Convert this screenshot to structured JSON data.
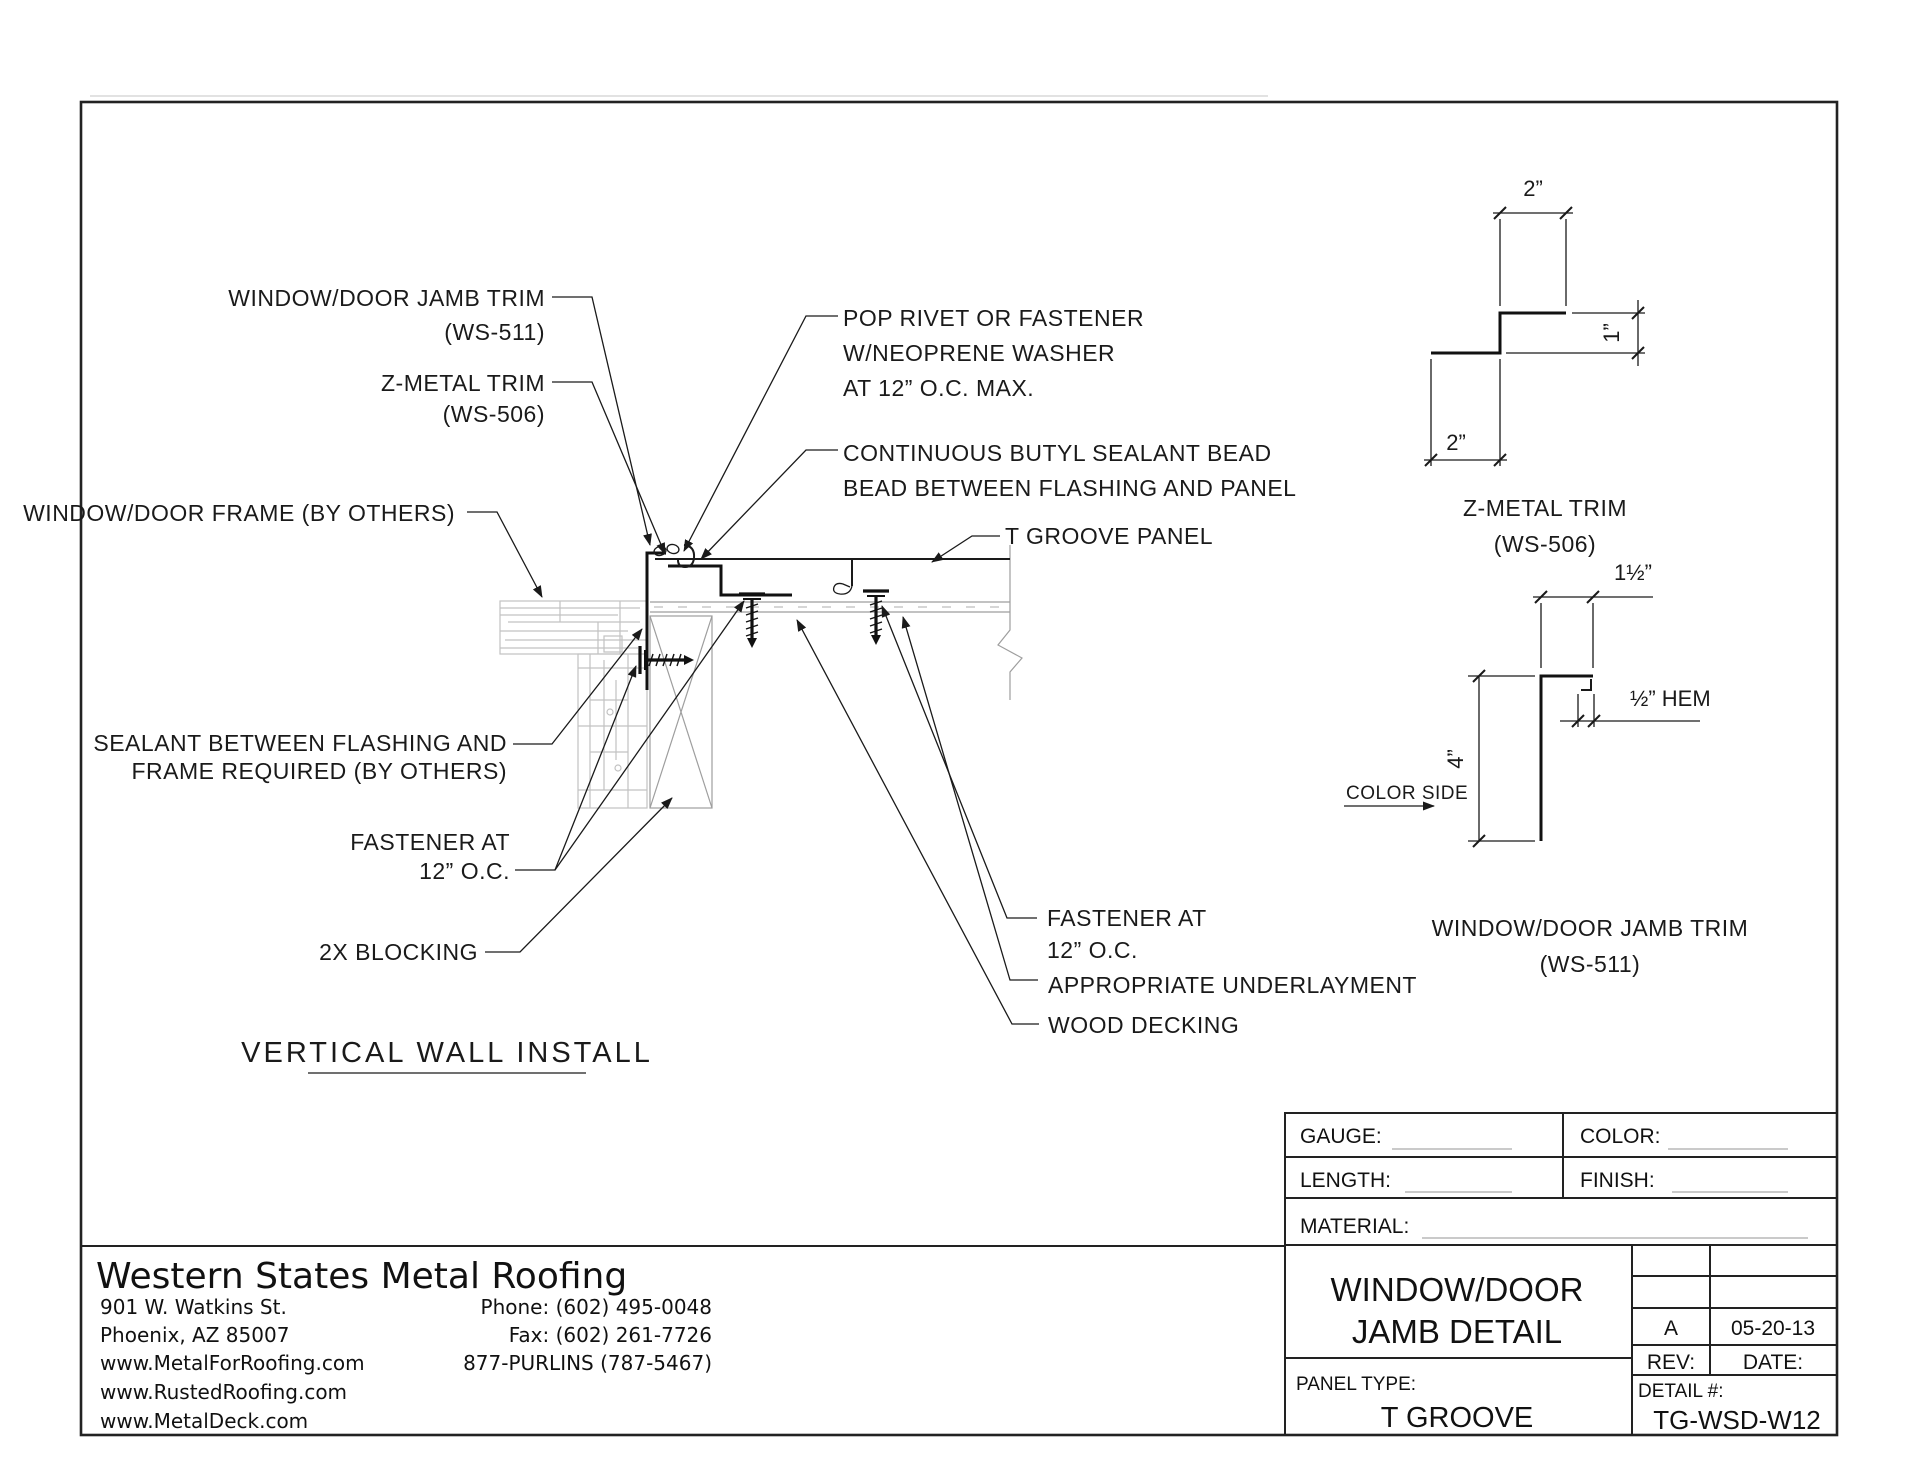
{
  "view": {
    "title": "VERTICAL WALL INSTALL",
    "callouts": {
      "jamb_trim_1": "WINDOW/DOOR JAMB TRIM",
      "jamb_trim_2": "(WS-511)",
      "z_trim_1": "Z-METAL TRIM",
      "z_trim_2": "(WS-506)",
      "frame": "WINDOW/DOOR FRAME (BY OTHERS)",
      "pop_rivet_1": "POP RIVET OR FASTENER",
      "pop_rivet_2": "W/NEOPRENE WASHER",
      "pop_rivet_3": "AT 12” O.C. MAX.",
      "butyl_1": "CONTINUOUS BUTYL SEALANT BEAD",
      "butyl_2": "BEAD BETWEEN FLASHING AND PANEL",
      "t_groove_panel": "T GROOVE PANEL",
      "sealant_1": "SEALANT BETWEEN FLASHING AND",
      "sealant_2": "FRAME REQUIRED (BY OTHERS)",
      "fastener_left_1": "FASTENER AT",
      "fastener_left_2": "12” O.C.",
      "blocking": "2X BLOCKING",
      "fastener_right_1": "FASTENER AT",
      "fastener_right_2": "12” O.C.",
      "underlayment": "APPROPRIATE UNDERLAYMENT",
      "wood_decking": "WOOD DECKING"
    }
  },
  "z_detail": {
    "dim_top": "2”",
    "dim_side": "1”",
    "dim_bottom": "2”",
    "name_1": "Z-METAL TRIM",
    "name_2": "(WS-506)"
  },
  "jamb_detail": {
    "dim_top": "1½”",
    "dim_hem": "½” HEM",
    "dim_height": "4”",
    "color_side": "COLOR SIDE",
    "name_1": "WINDOW/DOOR JAMB TRIM",
    "name_2": "(WS-511)"
  },
  "title_block": {
    "gauge_label": "GAUGE:",
    "color_label": "COLOR:",
    "length_label": "LENGTH:",
    "finish_label": "FINISH:",
    "material_label": "MATERIAL:",
    "title_line1": "WINDOW/DOOR",
    "title_line2": "JAMB DETAIL",
    "panel_type_label": "PANEL TYPE:",
    "panel_type_value": "T GROOVE",
    "rev_value": "A",
    "date_value": "05-20-13",
    "rev_label": "REV:",
    "date_label": "DATE:",
    "detail_label": "DETAIL #:",
    "detail_value": "TG-WSD-W12"
  },
  "company": {
    "name": "Western States Metal Roofing",
    "address": [
      "901 W. Watkins St.",
      "Phoenix, AZ 85007",
      "www.MetalForRoofing.com",
      "www.RustedRoofing.com",
      "www.MetalDeck.com"
    ],
    "contact": [
      "Phone: (602) 495-0048",
      "Fax: (602) 261-7726",
      "877-PURLINS (787-5467)"
    ]
  }
}
